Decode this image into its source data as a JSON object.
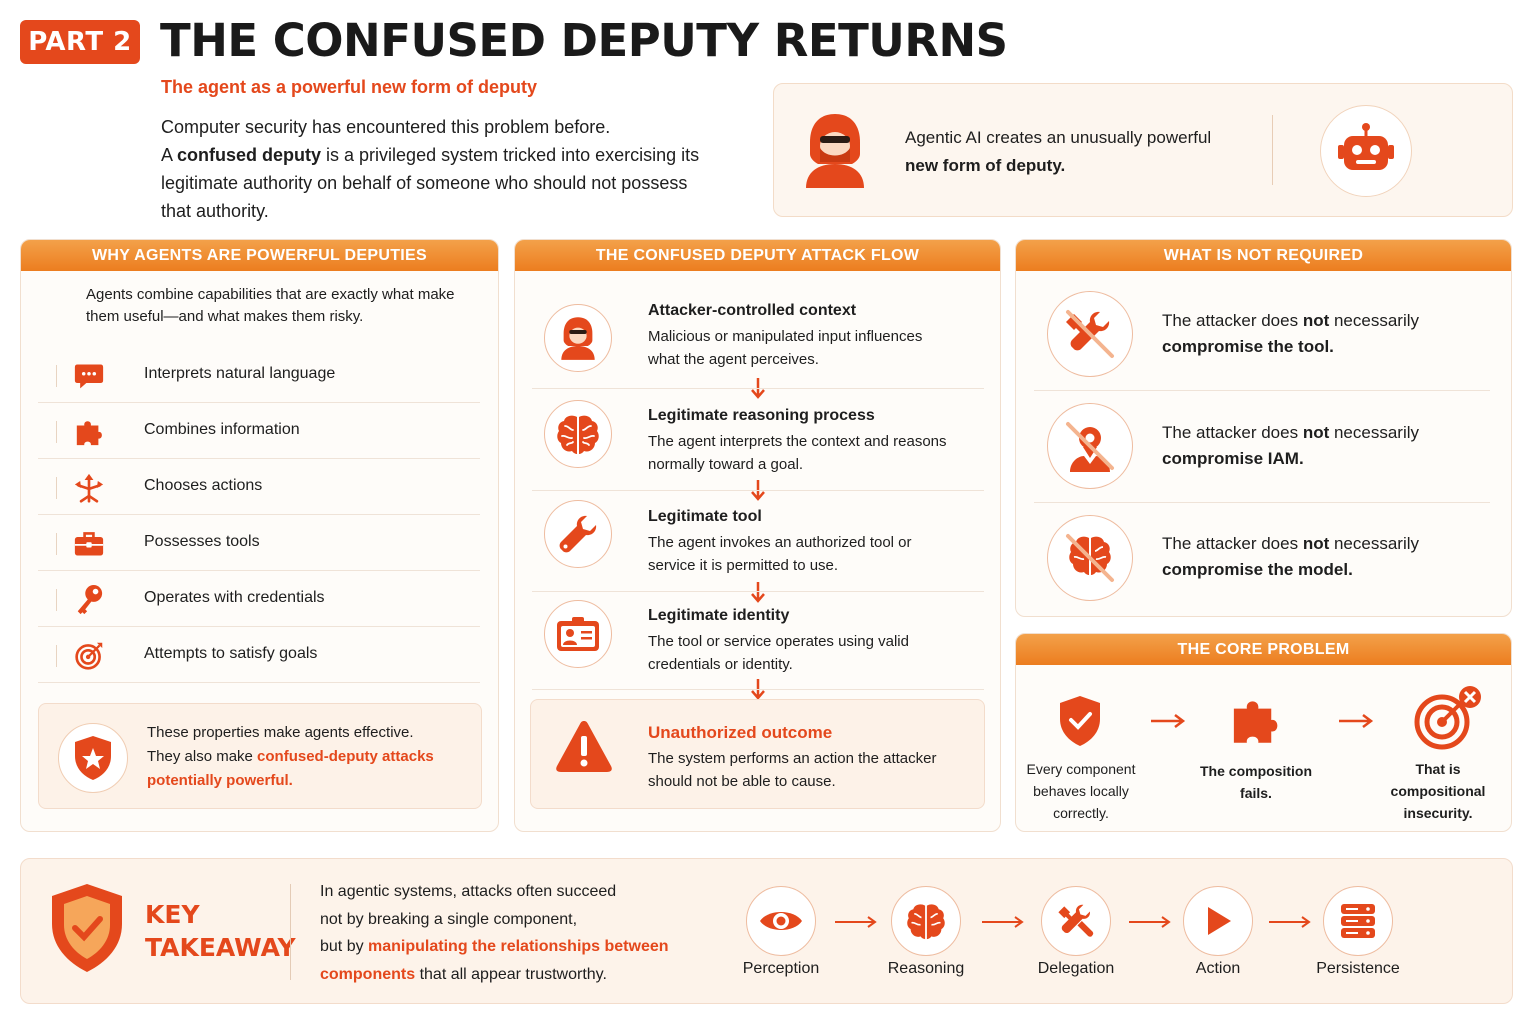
{
  "header": {
    "badge": "PART 2",
    "title": "THE CONFUSED DEPUTY RETURNS",
    "subtitle": "The agent as a powerful new form of deputy",
    "intro_line1": "Computer security has encountered this problem before.",
    "intro_a": "A ",
    "intro_bold": "confused deputy",
    "intro_rest": " is a privileged system tricked into exercising its legitimate authority on behalf of someone who should not possess that authority."
  },
  "callout": {
    "line1": "Agentic AI creates an unusually powerful",
    "line2": "new form of deputy."
  },
  "powerful": {
    "heading": "WHY AGENTS ARE POWERFUL DEPUTIES",
    "intro": "Agents combine capabilities that are exactly what make them useful—and what makes them risky.",
    "items": [
      {
        "label": "Interprets natural language",
        "icon": "chat-bubble-icon"
      },
      {
        "label": "Combines information",
        "icon": "puzzle-icon"
      },
      {
        "label": "Chooses actions",
        "icon": "branching-arrows-icon"
      },
      {
        "label": "Possesses tools",
        "icon": "toolbox-icon"
      },
      {
        "label": "Operates with credentials",
        "icon": "key-icon"
      },
      {
        "label": "Attempts to satisfy goals",
        "icon": "target-icon"
      }
    ],
    "note_line1": "These properties make agents effective.",
    "note_line2a": "They also make ",
    "note_highlight": "confused-deputy attacks potentially powerful."
  },
  "flow": {
    "heading": "THE CONFUSED DEPUTY ATTACK FLOW",
    "steps": [
      {
        "title": "Attacker-controlled context",
        "desc": "Malicious or manipulated input influences what the agent perceives.",
        "icon": "hooded-attacker-icon"
      },
      {
        "title": "Legitimate reasoning process",
        "desc": "The agent interprets the context and reasons normally toward a goal.",
        "icon": "brain-icon"
      },
      {
        "title": "Legitimate tool",
        "desc": "The agent invokes an authorized tool or service it is permitted to use.",
        "icon": "wrench-icon"
      },
      {
        "title": "Legitimate identity",
        "desc": "The tool or service operates using valid credentials or identity.",
        "icon": "id-card-icon"
      }
    ],
    "outcome_title": "Unauthorized outcome",
    "outcome_desc": "The system performs an action the attacker should not be able to cause."
  },
  "not_required": {
    "heading": "WHAT IS NOT REQUIRED",
    "items": [
      {
        "pre": "The attacker does ",
        "not": "not",
        "post": " necessarily",
        "line2": "compromise the tool.",
        "icon": "crossed-tools-icon"
      },
      {
        "pre": "The attacker does ",
        "not": "not",
        "post": " necessarily",
        "line2": "compromise IAM.",
        "icon": "crossed-identity-icon"
      },
      {
        "pre": "The attacker does ",
        "not": "not",
        "post": " necessarily",
        "line2": "compromise the model.",
        "icon": "crossed-brain-icon"
      }
    ]
  },
  "core": {
    "heading": "THE CORE PROBLEM",
    "steps": [
      {
        "text": "Every component behaves locally correctly.",
        "icon": "shield-check-icon"
      },
      {
        "text": "The composition fails.",
        "icon": "puzzle-piece-icon"
      },
      {
        "text": "That is compositional insecurity.",
        "icon": "target-x-icon"
      }
    ]
  },
  "takeaway": {
    "label_line1": "KEY",
    "label_line2": "TAKEAWAY",
    "line1": "In agentic systems, attacks often succeed",
    "line2": "not by breaking a single component,",
    "line3a": "but by ",
    "highlight": "manipulating the relationships between components",
    "line4b": " that all appear trustworthy.",
    "stages": [
      {
        "label": "Perception",
        "icon": "eye-icon"
      },
      {
        "label": "Reasoning",
        "icon": "brain-icon"
      },
      {
        "label": "Delegation",
        "icon": "tools-icon"
      },
      {
        "label": "Action",
        "icon": "play-icon"
      },
      {
        "label": "Persistence",
        "icon": "database-icon"
      }
    ]
  },
  "colors": {
    "accent": "#e4481c",
    "header_orange": "#ec7d1f",
    "panel_bg": "#fefcf9",
    "soft_bg": "#fdf2e8"
  }
}
